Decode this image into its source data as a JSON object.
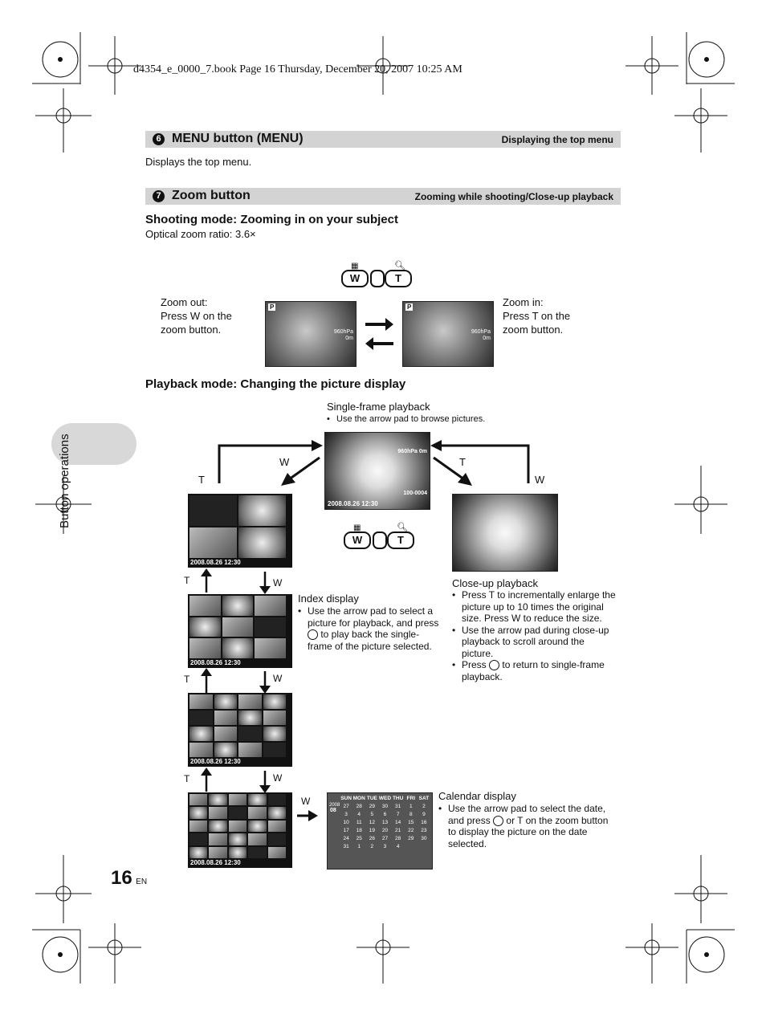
{
  "header_line": "d4354_e_0000_7.book  Page 16  Thursday, December 20, 2007  10:25 AM",
  "section6": {
    "number": "6",
    "title": "MENU button (MENU)",
    "right": "Displaying the top menu",
    "body": "Displays the top menu."
  },
  "section7": {
    "number": "7",
    "title": "Zoom button",
    "right": "Zooming while shooting/Close-up playback"
  },
  "shooting": {
    "heading": "Shooting mode: Zooming in on your subject",
    "ratio": "Optical zoom ratio: 3.6×",
    "zoom_out": [
      "Zoom out:",
      "Press W on the",
      "zoom button."
    ],
    "zoom_in": [
      "Zoom in:",
      "Press T on the",
      "zoom button."
    ],
    "btn_w": "W",
    "btn_t": "T",
    "lcd_pressure": "960hPa",
    "lcd_alt": "0m",
    "mode": "P"
  },
  "playback": {
    "heading": "Playback mode: Changing the picture display",
    "single_title": "Single-frame playback",
    "single_bullet": "Use the arrow pad to browse pictures.",
    "single_readout": "960hPa  0m",
    "single_file": "100-0004",
    "index_title": "Index display",
    "index_bullets": [
      "Use the arrow pad to select a picture for playback, and press",
      "to play back the single-frame of the picture selected."
    ],
    "closeup_title": "Close-up playback",
    "closeup_bullets": [
      "Press T to incrementally enlarge the picture up to 10 times the original size. Press W to reduce the size.",
      "Use the arrow pad during close-up playback to scroll around the picture.",
      "Press",
      "to return to single-frame playback."
    ],
    "calendar_title": "Calendar display",
    "calendar_bullets": [
      "Use the arrow pad to select the date, and press",
      "or T on the zoom button to display the picture on the date selected."
    ],
    "calendar_days": [
      "SUN",
      "MON",
      "TUE",
      "WED",
      "THU",
      "FRI",
      "SAT"
    ],
    "calendar_year": "2008",
    "calendar_month": "08",
    "calendar_rows": [
      [
        "27",
        "28",
        "29",
        "30",
        "31",
        "1",
        "2"
      ],
      [
        "3",
        "4",
        "5",
        "6",
        "7",
        "8",
        "9"
      ],
      [
        "10",
        "11",
        "12",
        "13",
        "14",
        "15",
        "16"
      ],
      [
        "17",
        "18",
        "19",
        "20",
        "21",
        "22",
        "23"
      ],
      [
        "24",
        "25",
        "26",
        "27",
        "28",
        "29",
        "30"
      ],
      [
        "31",
        "1",
        "2",
        "3",
        "4",
        "",
        ""
      ]
    ],
    "stamp": "2008.08.26   12:30",
    "label_T": "T",
    "label_W": "W",
    "side_tab": "Button operations"
  },
  "page_number": "16",
  "page_lang": "EN"
}
